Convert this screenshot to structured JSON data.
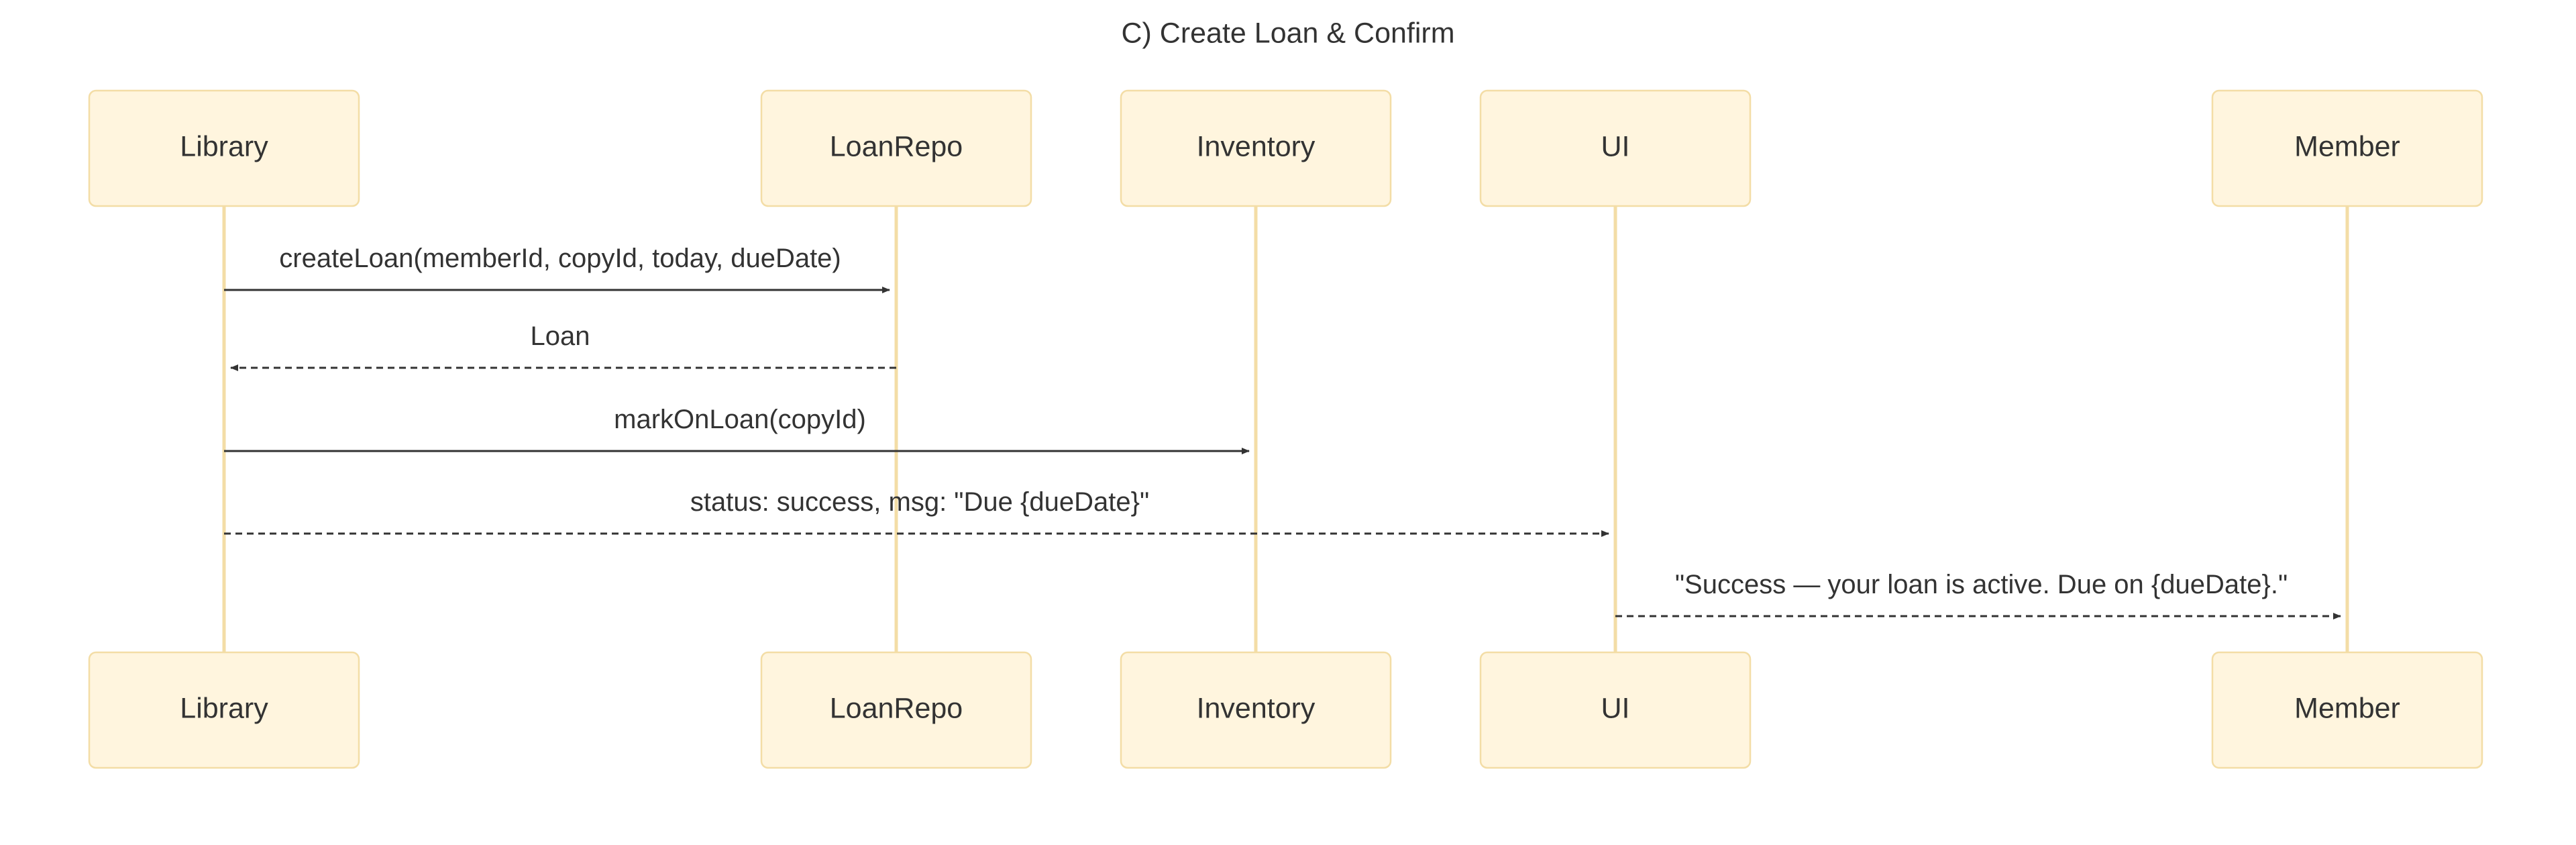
{
  "title": "C) Create Loan & Confirm",
  "participants": [
    {
      "id": "library",
      "label": "Library"
    },
    {
      "id": "loanrepo",
      "label": "LoanRepo"
    },
    {
      "id": "inventory",
      "label": "Inventory"
    },
    {
      "id": "ui",
      "label": "UI"
    },
    {
      "id": "member",
      "label": "Member"
    }
  ],
  "messages": [
    {
      "from": "library",
      "to": "loanrepo",
      "label": "createLoan(memberId, copyId, today, dueDate)",
      "style": "solid"
    },
    {
      "from": "loanrepo",
      "to": "library",
      "label": "Loan",
      "style": "dashed"
    },
    {
      "from": "library",
      "to": "inventory",
      "label": "markOnLoan(copyId)",
      "style": "solid"
    },
    {
      "from": "library",
      "to": "ui",
      "label": "status: success, msg: \"Due {dueDate}\"",
      "style": "dashed"
    },
    {
      "from": "ui",
      "to": "member",
      "label": "\"Success — your loan is active. Due on {dueDate}.\"",
      "style": "dashed"
    }
  ]
}
